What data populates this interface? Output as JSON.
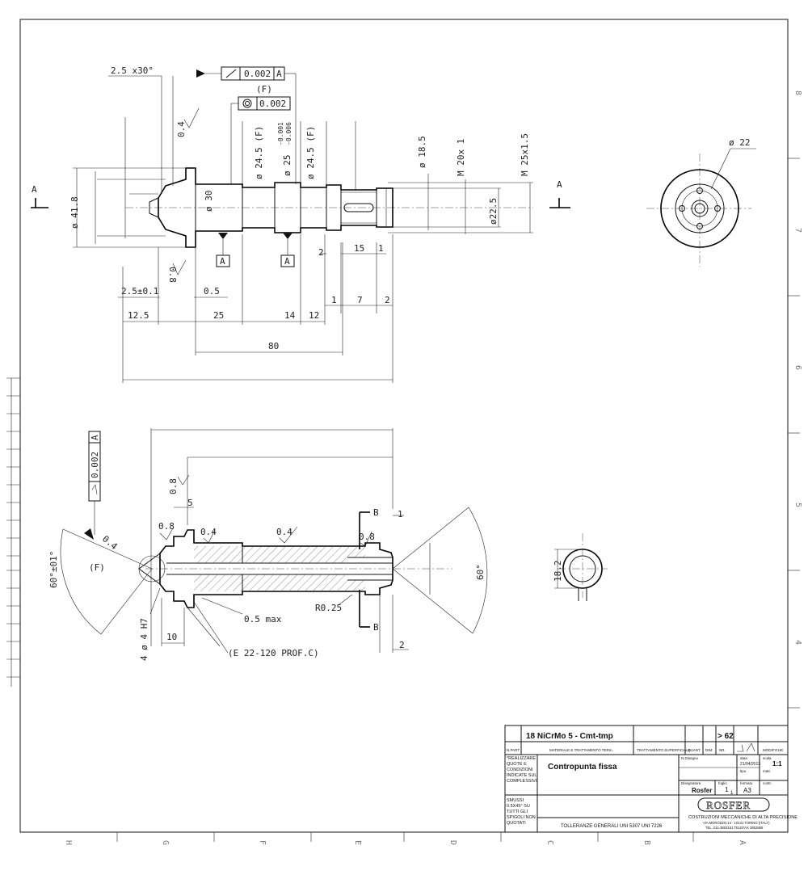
{
  "sheet": {
    "zone_letters": [
      "H",
      "G",
      "F",
      "E",
      "D",
      "C",
      "B",
      "A"
    ],
    "zone_numbers": [
      "8",
      "7",
      "6",
      "5",
      "4"
    ]
  },
  "top_view": {
    "chamfer_note": "2.5 x30°",
    "runout_tolerance": "0.002",
    "runout_datum": "A",
    "concentricity_ref": "(F)",
    "concentricity_tolerance": "0.002",
    "roughness_top": "0.4",
    "roughness_bottom": "0.8",
    "dia_41_8": "ø 41.8",
    "dia_30": "ø 30",
    "dia_24_5_f": "ø 24.5 (F)",
    "dia_25": "ø 25",
    "dia_25_tol_upper": "-0.001",
    "dia_25_tol_lower": "-0.006",
    "dia_24_5_f2": "ø 24.5 (F)",
    "dia_18_5": "ø 18.5",
    "thread_m20": "M 20x 1",
    "thread_m25": "M 25x1.5",
    "dia_22_5": "ø22.5",
    "datum_a": "A",
    "section_a": "A",
    "dim_2_5_tol": "2.5±0.1",
    "dim_0_5": "0.5",
    "dim_12_5": "12.5",
    "dim_25": "25",
    "dim_14": "14",
    "dim_12": "12",
    "dim_80": "80",
    "dim_2": "2",
    "dim_15": "15",
    "dim_1": "1",
    "dim_1b": "1",
    "dim_7": "7",
    "dim_2b": "2"
  },
  "end_view": {
    "dia_22": "ø 22"
  },
  "section_view": {
    "runout_tolerance": "0.002",
    "runout_datum": "A",
    "roughness_08_top": "0.8",
    "roughness_08_left": "0.8",
    "roughness_04_a": "0.4",
    "roughness_04_b": "0.4",
    "roughness_04_c": "0.4",
    "roughness_08_right": "0.8",
    "dim_5": "5",
    "angle_60_tol": "60°±01°",
    "angle_60": "60°",
    "ref_f": "(F)",
    "dim_10": "10",
    "holes_note": "4 ø 4 H7",
    "max_note": "0.5 max",
    "radius_note": "R0.25",
    "center_hole_note": "(E 22-120 PROF.C)",
    "section_b": "B",
    "section_b2": "B",
    "dim_1": "1",
    "dim_2": "2",
    "dia_18_2": "18.2"
  },
  "title_block": {
    "material": "18 NiCrMo 5   -   Cmt-tmp",
    "hardness": "> 62",
    "col_npart": "N.PART",
    "col_material": "MATERIALE E TRATTAMENTO TERm.",
    "col_surface": "TRATTAMENTO SUPERFICIALE",
    "col_quant": "QUANT.",
    "col_dim": "DIM.",
    "col_nr": "NR.",
    "col_modifiche": "MODIFICHE",
    "note_realize": "*REALIZZARE QUOTE E CONDIZIONI INDICATE SUL COMPLESSIVO",
    "part_name": "Contropunta   fissa",
    "label_ndisegno": "N.Disegno",
    "label_data": "data",
    "date": "21/04/2013",
    "label_scala": "scala",
    "scale": "1:1",
    "label_tipo": "tipo",
    "label_mat": "matr.",
    "label_disegnatore": "Disegnatore",
    "drawer": "Rosfer",
    "label_foglio": "foglio",
    "sheet_no": "1",
    "sheet_of": "1",
    "label_formato": "formato",
    "format": "A3",
    "label_contr": "contr.",
    "note_smussi": "SMUSSI 0.5X45° SU TUTTI GLI SPIGOLI NON QUOTATI",
    "tolerances": "TOLLERANZE GENERALI UNI 5307 UNI 7226",
    "company_logo": "ROSFER",
    "company_desc": "COSTRUZIONI MECCANICHE DI ALTA PRECISIONE",
    "company_addr": "VIA MOROZZO,14 - 10141 TORINO (ITALY)",
    "company_tel": "TEL. 011-3803161   TELEFAX 3852869"
  }
}
